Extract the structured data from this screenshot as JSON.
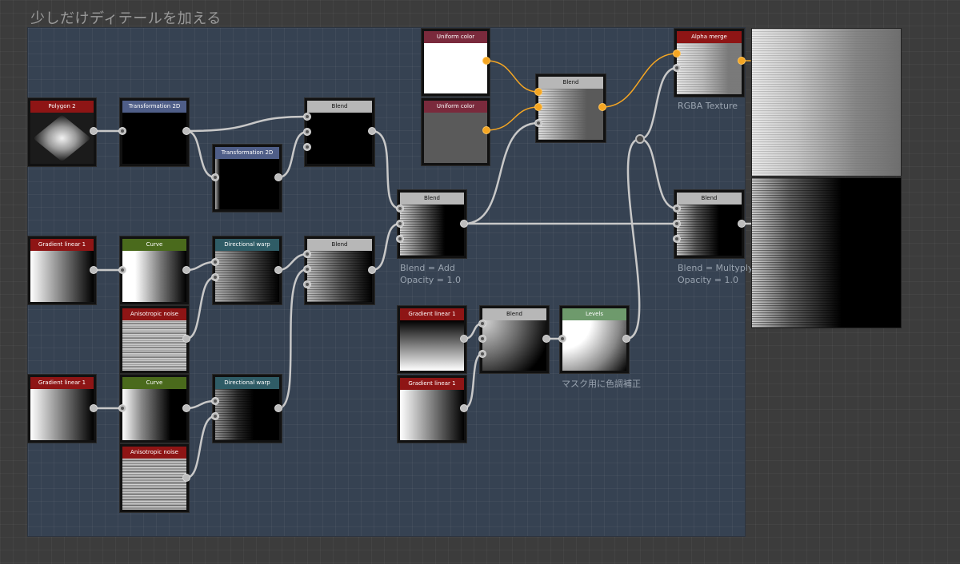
{
  "canvas": {
    "title": "少しだけディテールを加える"
  },
  "nodes": {
    "polygon2": {
      "label": "Polygon 2"
    },
    "transform1": {
      "label": "Transformation 2D"
    },
    "transform2": {
      "label": "Transformation 2D"
    },
    "blend_top": {
      "label": "Blend"
    },
    "gradient1": {
      "label": "Gradient linear 1"
    },
    "curve1": {
      "label": "Curve"
    },
    "aniso1": {
      "label": "Anisotropic noise"
    },
    "dirwarp1": {
      "label": "Directional warp"
    },
    "blend_mid": {
      "label": "Blend"
    },
    "gradient2": {
      "label": "Gradient linear 1"
    },
    "curve2": {
      "label": "Curve"
    },
    "aniso2": {
      "label": "Anisotropic noise"
    },
    "dirwarp2": {
      "label": "Directional warp"
    },
    "blend_add": {
      "label": "Blend"
    },
    "uniform1": {
      "label": "Uniform color"
    },
    "uniform2": {
      "label": "Uniform color"
    },
    "blend_color": {
      "label": "Blend"
    },
    "gradient3": {
      "label": "Gradient linear 1"
    },
    "gradient4": {
      "label": "Gradient linear 1"
    },
    "blend_mask": {
      "label": "Blend"
    },
    "levels": {
      "label": "Levels"
    },
    "alpha_merge": {
      "label": "Alpha merge"
    },
    "blend_multiply": {
      "label": "Blend"
    }
  },
  "notes": {
    "blend_add_mode": "Blend = Add",
    "blend_add_opacity": "Opacity = 1.0",
    "rgba": "RGBA Texture",
    "mask": "マスク用に色調補正",
    "blend_mul_mode": "Blend = Multyply",
    "blend_mul_opacity": "Opacity = 1.0"
  },
  "colors": {
    "header_red": "#8e1515",
    "header_blue": "#4f5e88",
    "header_grey": "#b7b7b7",
    "header_green": "#4a6a1c",
    "header_teal": "#2f5c66",
    "header_maroon": "#7a2a3c",
    "header_levels": "#6e9a6c",
    "wire_grey": "#c8c8c8",
    "wire_orange": "#f5a623",
    "graph_bg": "#364252"
  }
}
